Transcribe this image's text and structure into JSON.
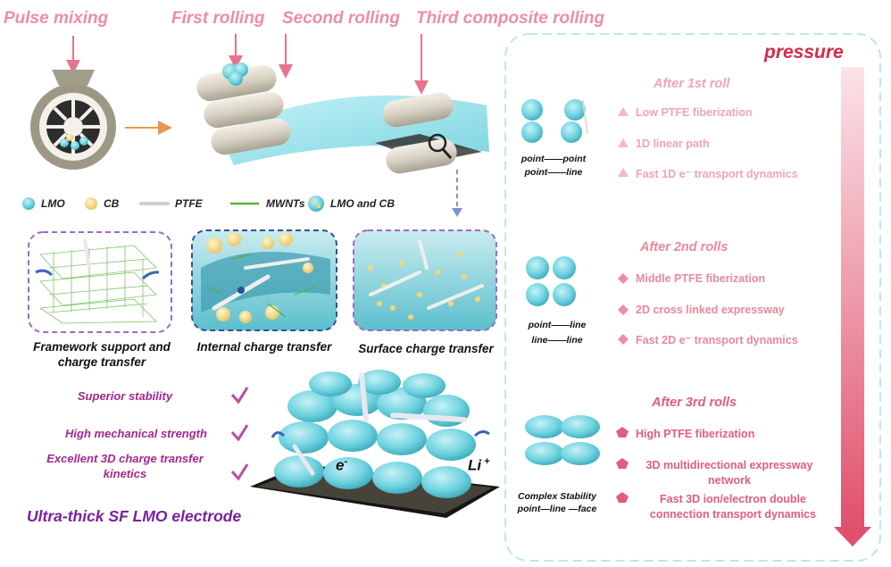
{
  "steps": {
    "pulse_mixing": "Pulse mixing",
    "first_rolling": "First rolling",
    "second_rolling": "Second rolling",
    "third_rolling": "Third composite rolling"
  },
  "legend": [
    {
      "symbol": "lmo",
      "label": "LMO"
    },
    {
      "symbol": "cb",
      "label": "CB"
    },
    {
      "symbol": "ptfe",
      "label": "PTFE"
    },
    {
      "symbol": "mwnts",
      "label": "MWNTs"
    },
    {
      "symbol": "lmo-cb",
      "label": "LMO and CB"
    }
  ],
  "panels": [
    {
      "caption": "Framework support and charge transfer"
    },
    {
      "caption": "Internal charge transfer"
    },
    {
      "caption": "Surface charge transfer"
    }
  ],
  "properties": [
    "Superior stability",
    "High mechanical strength",
    "Excellent 3D charge transfer kinetics"
  ],
  "electrode": {
    "title": "Ultra-thick SF LMO electrode",
    "e_label": "e",
    "li_label": "Li"
  },
  "pressure_label": "pressure",
  "rolls": [
    {
      "title": "After 1st roll",
      "contact": [
        "point——point",
        "point——line"
      ],
      "items": [
        "Low PTFE fiberization",
        "1D linear path",
        "Fast 1D e⁻ transport dynamics"
      ]
    },
    {
      "title": "After 2nd rolls",
      "contact": [
        "point——line",
        "line——line"
      ],
      "items": [
        "Middle PTFE fiberization",
        "2D cross linked expressway",
        "Fast 2D e⁻ transport dynamics"
      ]
    },
    {
      "title": "After 3rd rolls",
      "contact": [
        "Complex Stability",
        "point—line —face"
      ],
      "items": [
        "High PTFE fiberization",
        "3D multidirectional expressway network",
        "Fast 3D ion/electron double connection transport dynamics"
      ]
    }
  ],
  "colors": {
    "lmo": "#6fd3e0",
    "cb": "#f3d67a",
    "mwnts": "#5bb33a",
    "step_text": "#f08ca4",
    "property_text": "#a3278f",
    "electrode_title": "#7a1fa2",
    "pressure": "#d42b4c",
    "roll1": "#f2a4b2",
    "roll2": "#eb8898",
    "roll3": "#e35d79"
  }
}
